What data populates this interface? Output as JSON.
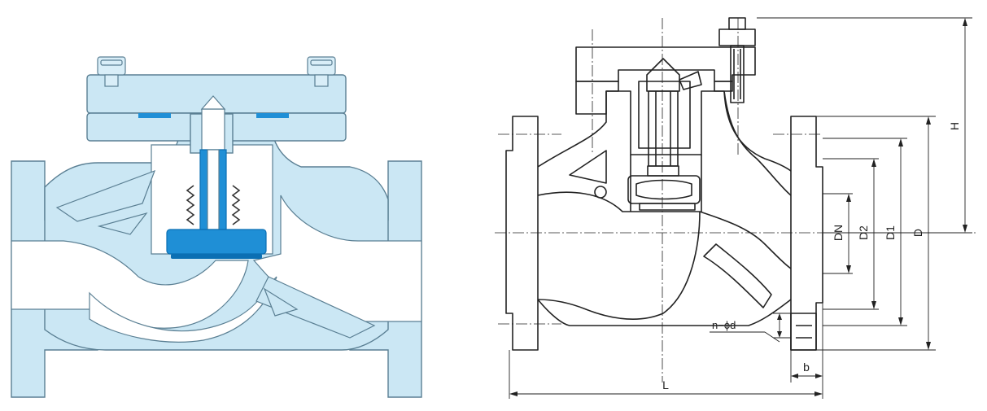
{
  "colors": {
    "body_fill": "#cbe7f4",
    "body_stroke": "#5a7f93",
    "disc_fill": "#1f8fd6",
    "disc_dark": "#0b6fb3",
    "bolt_fill": "#d9eef8",
    "line": "#222222",
    "background": "#ffffff"
  },
  "labels": {
    "dn": "DN",
    "d2": "D2",
    "d1": "D1",
    "d": "D",
    "h": "H",
    "l": "L",
    "b": "b",
    "bolt_holes": "n−ϕd"
  }
}
